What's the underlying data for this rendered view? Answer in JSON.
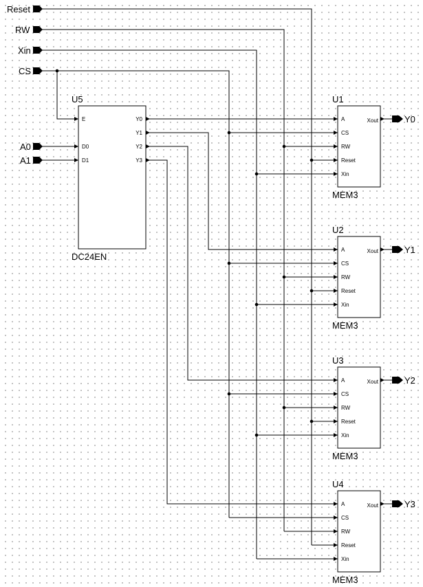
{
  "inputs": {
    "reset": "Reset",
    "rw": "RW",
    "xin": "Xin",
    "cs": "CS",
    "a0": "A0",
    "a1": "A1"
  },
  "decoder": {
    "ref": "U5",
    "type": "DC24EN",
    "pins": {
      "e": "E",
      "d0": "D0",
      "d1": "D1",
      "y0": "Y0",
      "y1": "Y1",
      "y2": "Y2",
      "y3": "Y3"
    }
  },
  "mem_pins": {
    "a": "A",
    "cs": "CS",
    "rw": "RW",
    "reset": "Reset",
    "xin": "Xin",
    "xout": "Xout"
  },
  "memories": [
    {
      "ref": "U1",
      "type": "MEM3",
      "output": "Y0"
    },
    {
      "ref": "U2",
      "type": "MEM3",
      "output": "Y1"
    },
    {
      "ref": "U3",
      "type": "MEM3",
      "output": "Y2"
    },
    {
      "ref": "U4",
      "type": "MEM3",
      "output": "Y3"
    }
  ]
}
